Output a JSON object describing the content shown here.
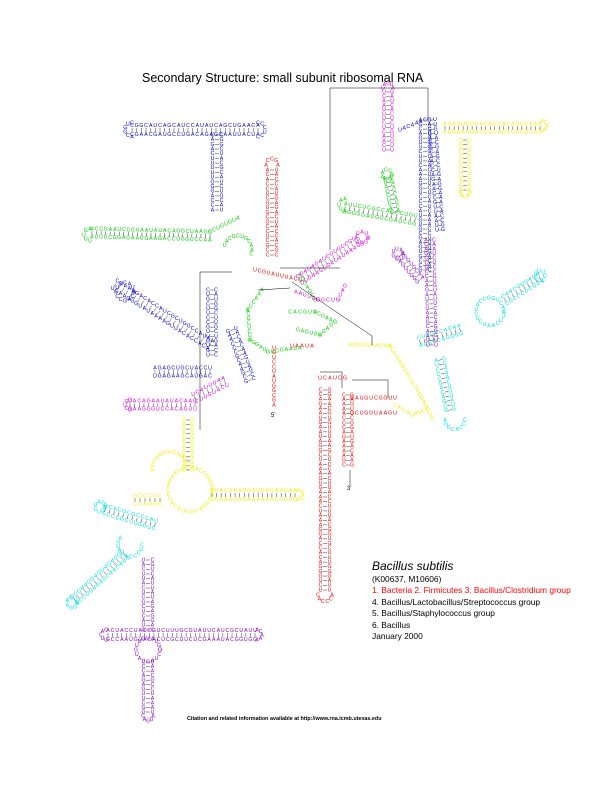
{
  "title": "Secondary Structure: small subunit ribosomal RNA",
  "legend": {
    "species": "Bacillus subtilis",
    "accession": "(K00637, M10606)",
    "lineage_red": "1. Bacteria 2. Firmicutes 3. Bacillus/Clostridium group",
    "line4": "4. Bacillus/Lactobacillus/Streptococcus group",
    "line5": "5. Bacillus/Staphylococcus group",
    "line6": "6. Bacillus",
    "date": "January 2000"
  },
  "end_labels": {
    "five_prime": "5'",
    "three_prime": "3'"
  },
  "footer": "Citation and related information available at http://www.rna.icmb.utexas.edu",
  "colors": {
    "blue": "#0000cc",
    "red": "#ee0000",
    "green": "#00cc00",
    "magenta": "#dd00dd",
    "yellow": "#eeee00",
    "cyan": "#00dddd",
    "purple": "#8800cc",
    "black": "#000000"
  }
}
